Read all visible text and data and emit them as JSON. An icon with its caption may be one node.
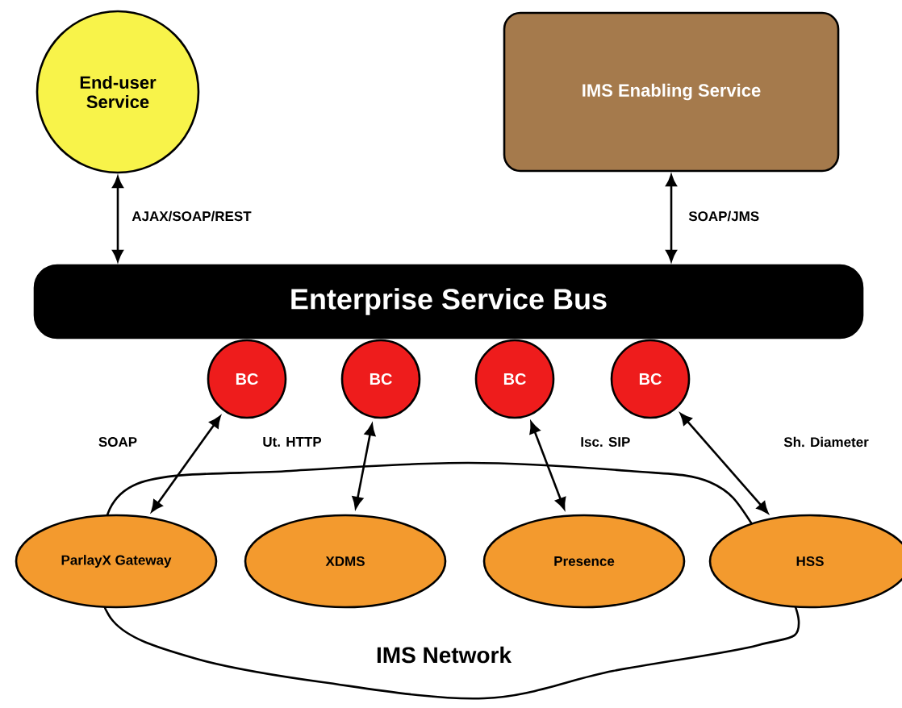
{
  "diagram": {
    "nodes": [
      {
        "text": [
          "End-user Service"
        ]
      },
      {
        "text": [
          "IMS Enabling Service"
        ]
      },
      {
        "text": [
          "Enterprise Service Bus"
        ]
      },
      {
        "text": [
          "BC"
        ]
      },
      {
        "text": [
          "BC"
        ]
      },
      {
        "text": [
          "BC"
        ]
      },
      {
        "text": [
          "BC"
        ]
      },
      {
        "text": [
          "ParlayX Gateway"
        ]
      },
      {
        "text": [
          "XDMS"
        ]
      },
      {
        "text": [
          "Presence"
        ]
      },
      {
        "text": [
          "HSS"
        ]
      }
    ],
    "labels": [
      "IMS Network"
    ],
    "edges": [
      {
        "from": 0,
        "to": 2,
        "arrow": "both",
        "label": "AJAX/SOAP/REST"
      },
      {
        "from": 1,
        "to": 2,
        "arrow": "both",
        "label": "SOAP/JMS"
      },
      {
        "from": 7,
        "to": 3,
        "arrow": "both",
        "label": "SOAP"
      },
      {
        "from": 8,
        "to": 4,
        "arrow": "both",
        "label": "Ut. HTTP"
      },
      {
        "from": 9,
        "to": 5,
        "arrow": "both",
        "label": "Isc. SIP"
      },
      {
        "from": 10,
        "to": 6,
        "arrow": "both",
        "label": "Sh. Diameter"
      }
    ]
  }
}
